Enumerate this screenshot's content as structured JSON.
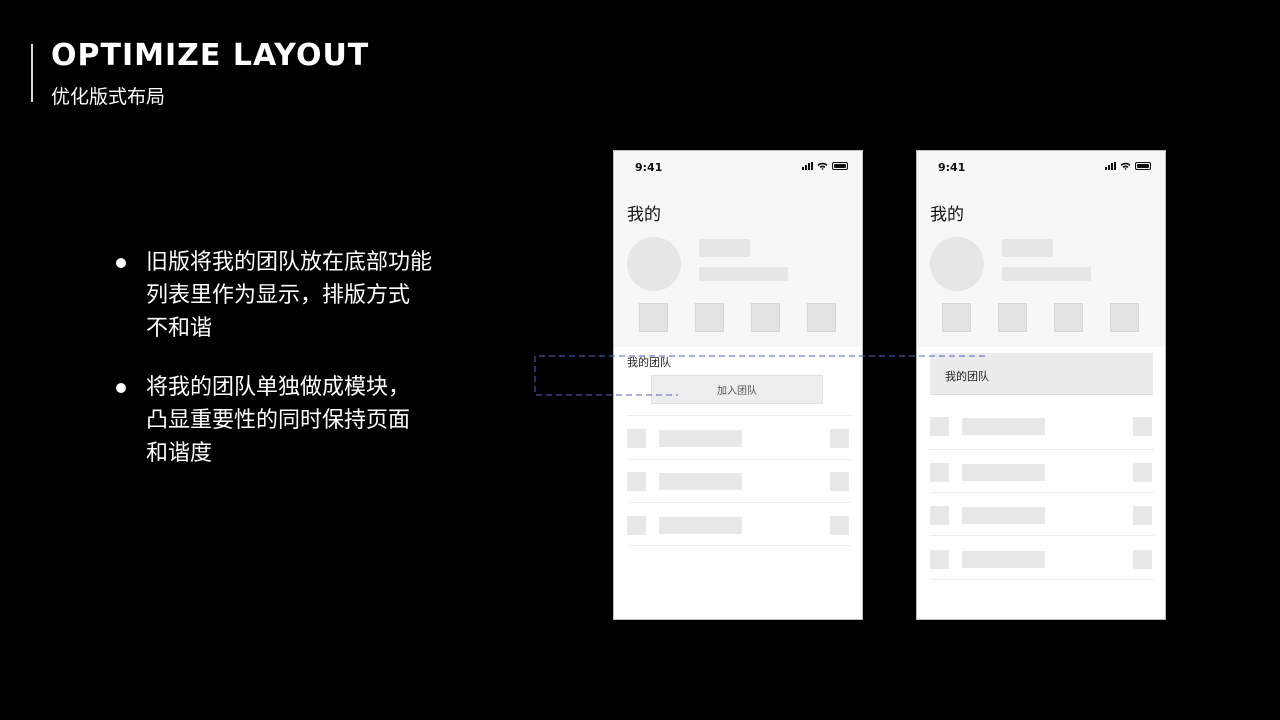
{
  "header": {
    "title": "OPTIMIZE LAYOUT",
    "subtitle": "优化版式布局"
  },
  "bullets": [
    {
      "lines": [
        "旧版将我的团队放在底部功能",
        "列表里作为显示，排版方式",
        "不和谐"
      ]
    },
    {
      "lines": [
        "将我的团队单独做成模块，",
        "凸显重要性的同时保持页面",
        "和谐度"
      ]
    }
  ],
  "old_phone": {
    "status_time": "9:41",
    "page_title": "我的",
    "team_label": "我的团队",
    "join_button": "加入团队"
  },
  "new_phone": {
    "status_time": "9:41",
    "page_title": "我的",
    "team_module_label": "我的团队"
  },
  "icons": {
    "signal": "cellular-signal-icon",
    "wifi": "wifi-icon",
    "battery": "battery-icon"
  },
  "colors": {
    "background": "#000000",
    "text": "#ffffff",
    "dash_highlight": "#5a5fc8",
    "placeholder": "#e6e6e6"
  }
}
